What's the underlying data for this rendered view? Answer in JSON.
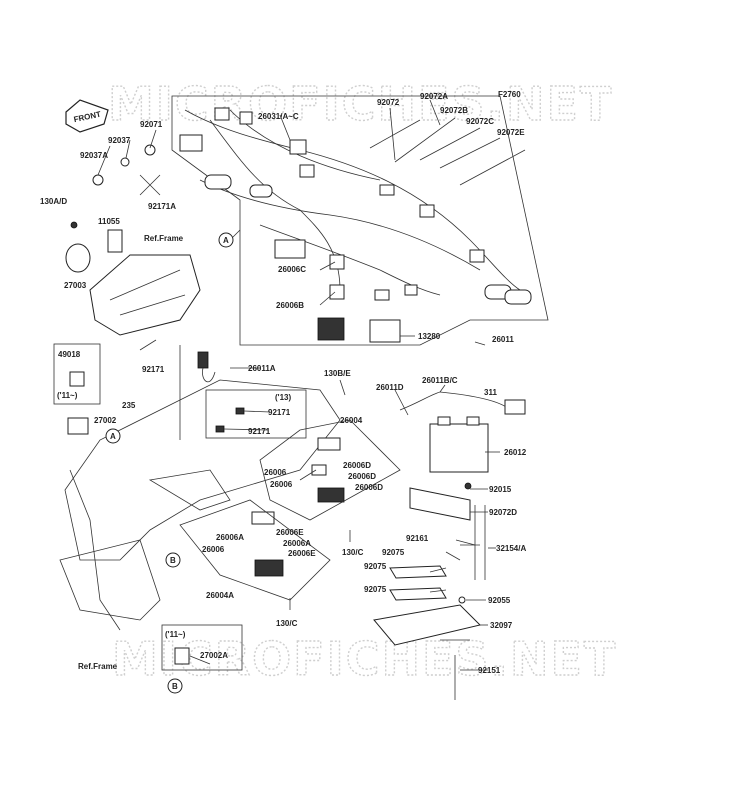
{
  "watermark": "MICROFICHES.NET",
  "figure_code": "F2760",
  "front_label": "FRONT",
  "ref_frame": "Ref.Frame",
  "year_11": "('11~)",
  "year_13": "('13)",
  "callout_a": "A",
  "callout_b": "B",
  "labels": {
    "p92071": "92071",
    "p92037": "92037",
    "p92037a": "92037A",
    "p92171a": "92171A",
    "p130ad": "130A/D",
    "p11055": "11055",
    "p27003": "27003",
    "p26031": "26031/A~C",
    "p92072": "92072",
    "p92072a": "92072A",
    "p92072b": "92072B",
    "p92072c": "92072C",
    "p92072e": "92072E",
    "p26006c": "26006C",
    "p26006b": "26006B",
    "p13280": "13280",
    "p26011": "26011",
    "p49018": "49018",
    "p92171": "92171",
    "p26011a": "26011A",
    "p130be": "130B/E",
    "p26011d": "26011D",
    "p26011bc": "26011B/C",
    "p311": "311",
    "p235": "235",
    "p27002": "27002",
    "p92171_13": "92171",
    "p92171_b": "92171",
    "p26004": "26004",
    "p26006_1": "26006",
    "p26006_2": "26006",
    "p26006d_1": "26006D",
    "p26006d_2": "26006D",
    "p26006d_3": "26006D",
    "p26012": "26012",
    "p92015": "92015",
    "p92072d": "92072D",
    "p130c_1": "130/C",
    "p26006a_1": "26006A",
    "p26006e_1": "26006E",
    "p26006a_2": "26006A",
    "p26006_3": "26006",
    "p26006e_2": "26006E",
    "p92161": "92161",
    "p32154a": "32154/A",
    "p92075_1": "92075",
    "p92075_2": "92075",
    "p92075_3": "92075",
    "p92055": "92055",
    "p26004a": "26004A",
    "p130c_2": "130/C",
    "p32097": "32097",
    "p27002a": "27002A",
    "p92151": "92151"
  }
}
